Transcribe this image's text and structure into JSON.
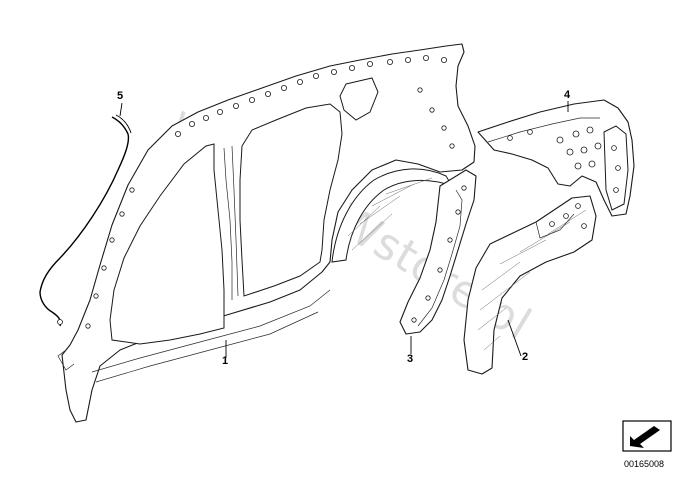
{
  "watermark": "www.BMWstore.pl",
  "callouts": [
    {
      "id": "1",
      "label": "1"
    },
    {
      "id": "2",
      "label": "2"
    },
    {
      "id": "3",
      "label": "3"
    },
    {
      "id": "4",
      "label": "4"
    },
    {
      "id": "5",
      "label": "5"
    }
  ],
  "diagram_number": "00165008",
  "icons": {
    "nav": "arrow-nav-icon"
  }
}
